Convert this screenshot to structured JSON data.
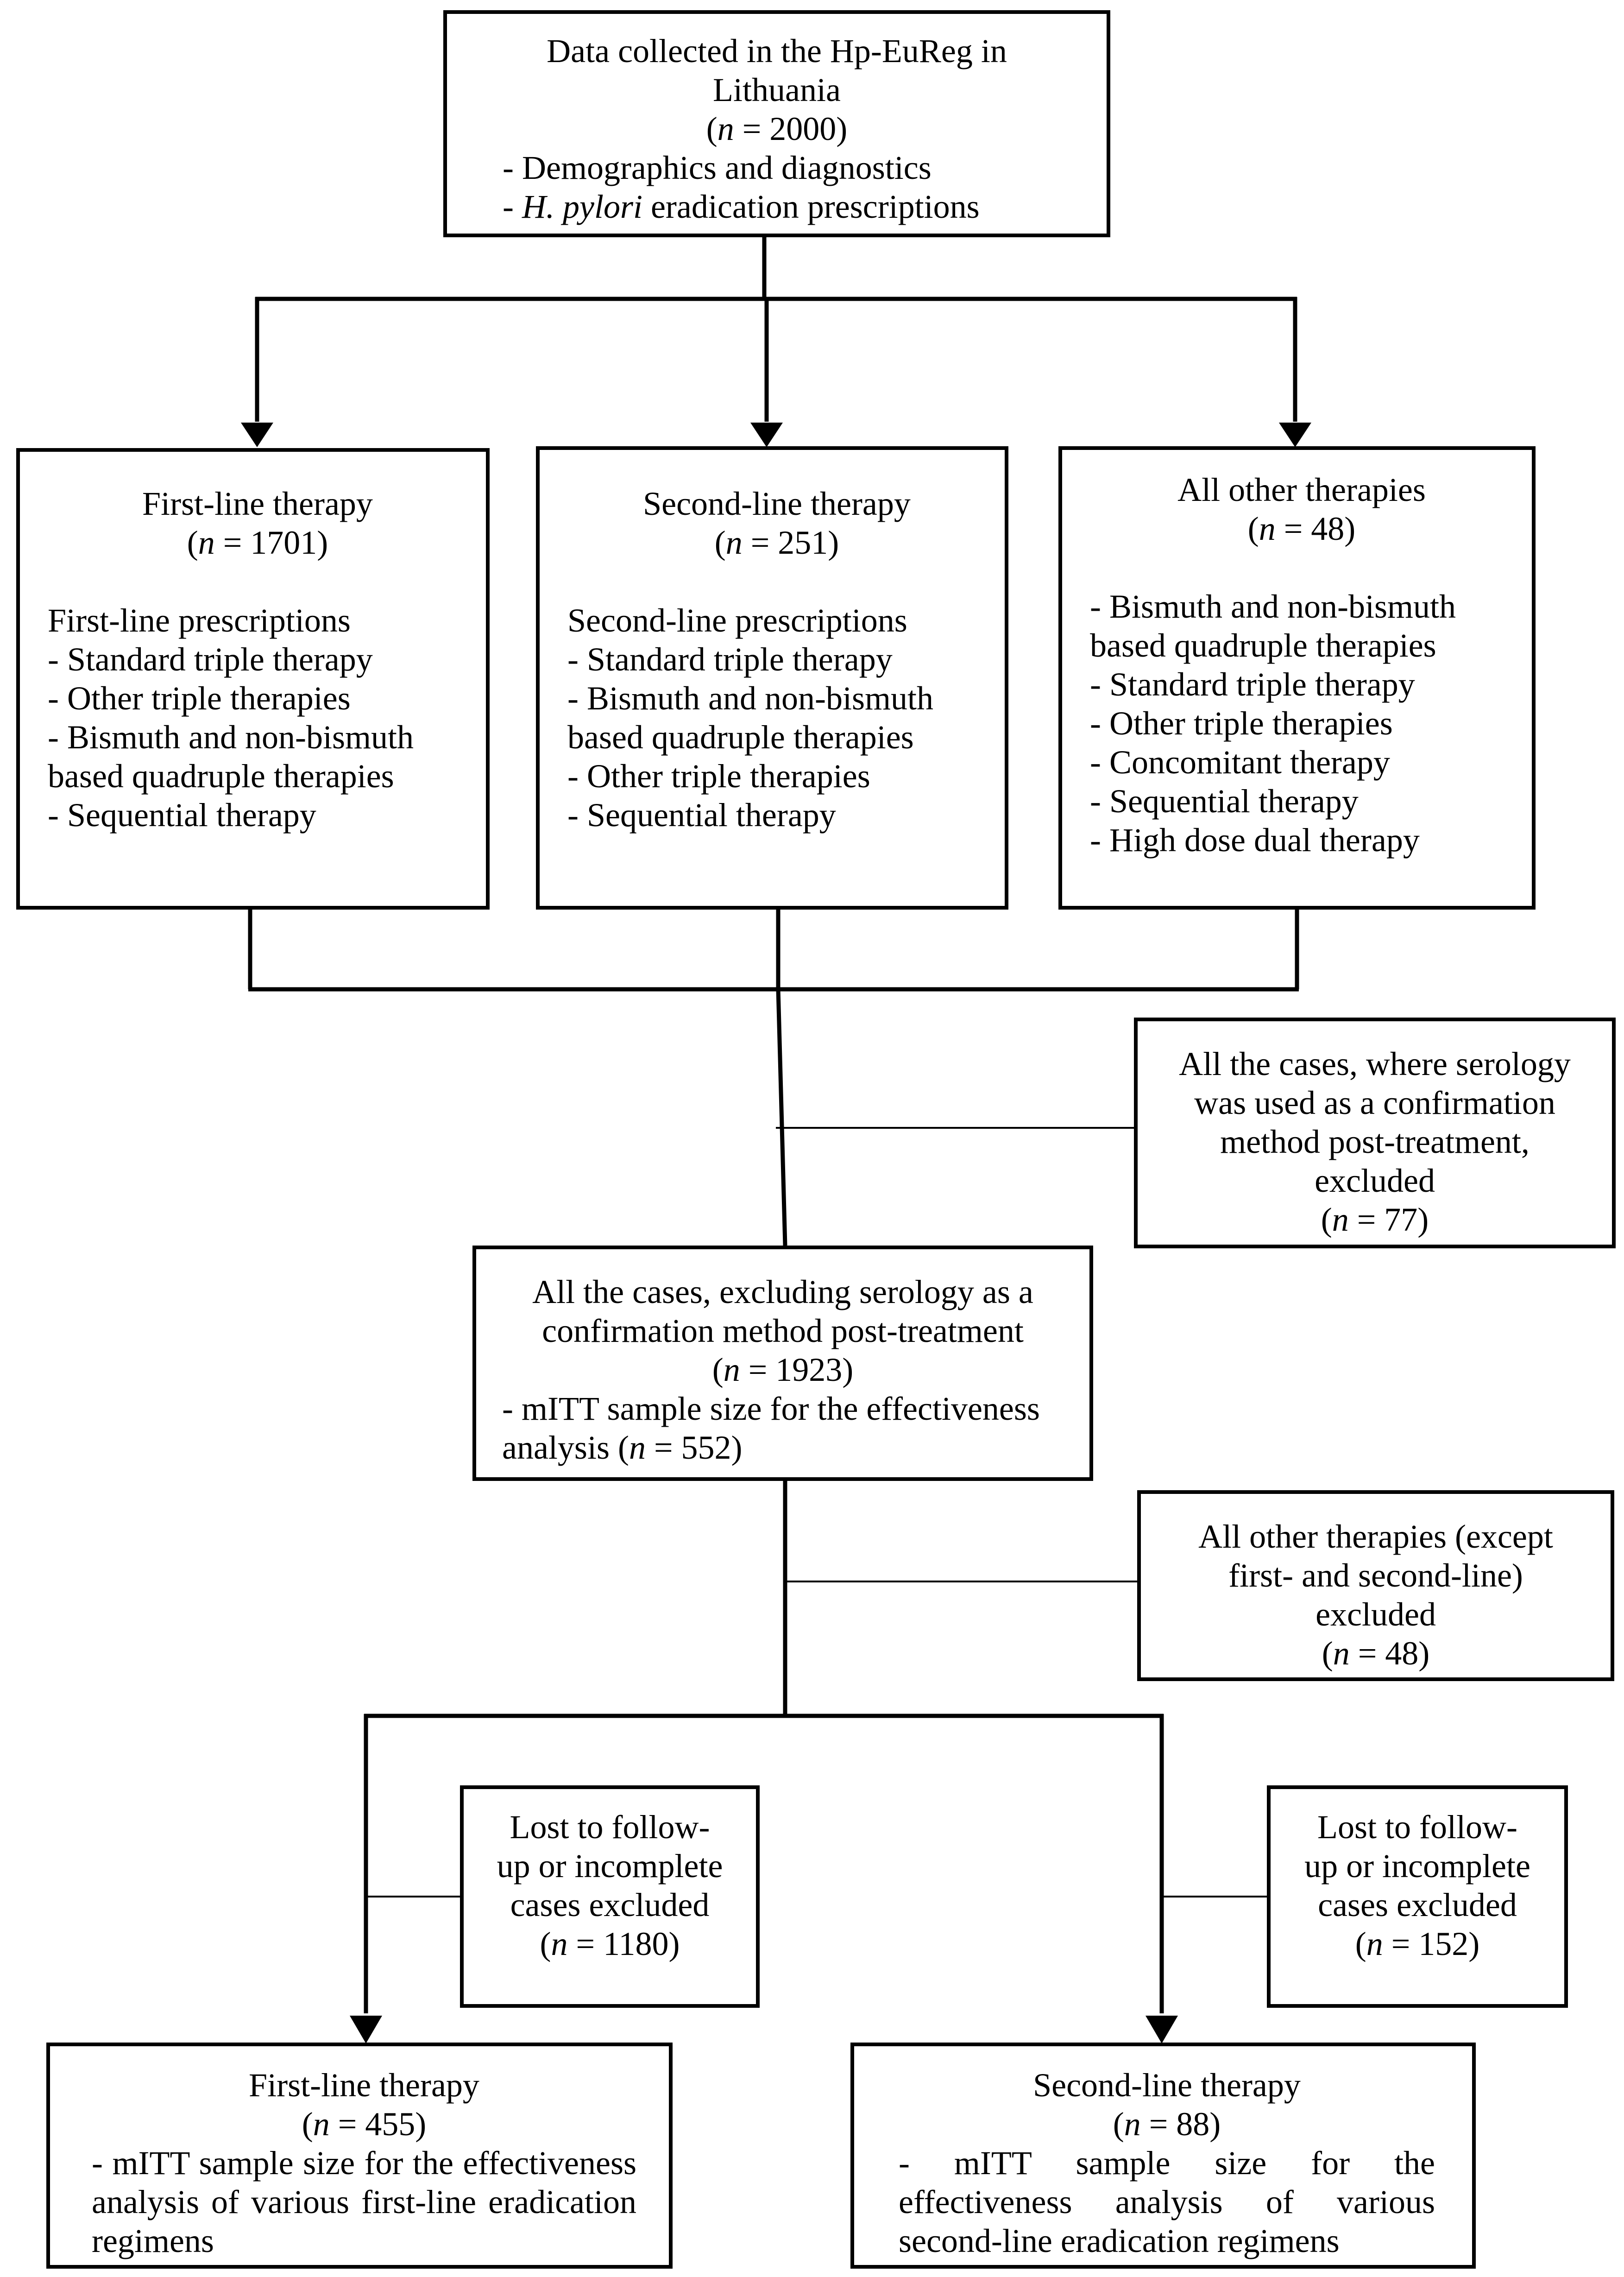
{
  "registry": {
    "title_line1": "Data collected in the Hp-EuReg in",
    "title_line2": "Lithuania",
    "n_value": "2000",
    "items": [
      "Demographics and diagnostics",
      "H. pylori eradication prescriptions"
    ],
    "italic_prefix": "H. pylori",
    "plain_suffix": " eradication prescriptions"
  },
  "first_line": {
    "title": "First-line therapy",
    "n_value": "1701",
    "list_title": "First-line prescriptions",
    "items": [
      "Standard triple therapy",
      "Other triple therapies",
      "Bismuth and non-bismuth based quadruple therapies",
      "Sequential therapy"
    ]
  },
  "second_line": {
    "title": "Second-line therapy",
    "n_value": "251",
    "list_title": "Second-line prescriptions",
    "items": [
      "Standard triple therapy",
      "Bismuth and non-bismuth based quadruple therapies",
      "Other triple therapies",
      "Sequential therapy"
    ]
  },
  "other": {
    "title": "All other therapies",
    "n_value": "48",
    "items": [
      "Bismuth and non-bismuth based quadruple therapies",
      "Standard triple therapy",
      "Other triple therapies",
      "Concomitant therapy",
      "Sequential therapy",
      "High dose dual therapy"
    ]
  },
  "serology_excluded": {
    "text": "All the cases, where serology was used as a confirmation method post-treatment, excluded",
    "n_value": "77"
  },
  "all_cases": {
    "text": "All the cases, excluding serology as a confirmation method post-treatment",
    "n_value": "1923",
    "item_prefix": "mITT sample size for the effectiveness analysis (",
    "item_n": "552",
    "item_suffix": ")"
  },
  "other_excluded": {
    "text": "All other therapies (except first- and second-line) excluded",
    "n_value": "48"
  },
  "lost_first": {
    "text": "Lost to follow-up or incomplete cases excluded",
    "n_value": "1180"
  },
  "lost_second": {
    "text": "Lost to follow-up or incomplete cases excluded",
    "n_value": "152"
  },
  "final_first": {
    "title": "First-line therapy",
    "n_value": "455",
    "item": "mITT sample size for the effectiveness analysis of various first-line eradication regimens"
  },
  "final_second": {
    "title": "Second-line therapy",
    "n_value": "88",
    "item": "mITT sample size for the effectiveness analysis of various second-line eradication regimens"
  },
  "labels": {
    "n_symbol": "n",
    "equals": " = ",
    "bullet": "- "
  }
}
